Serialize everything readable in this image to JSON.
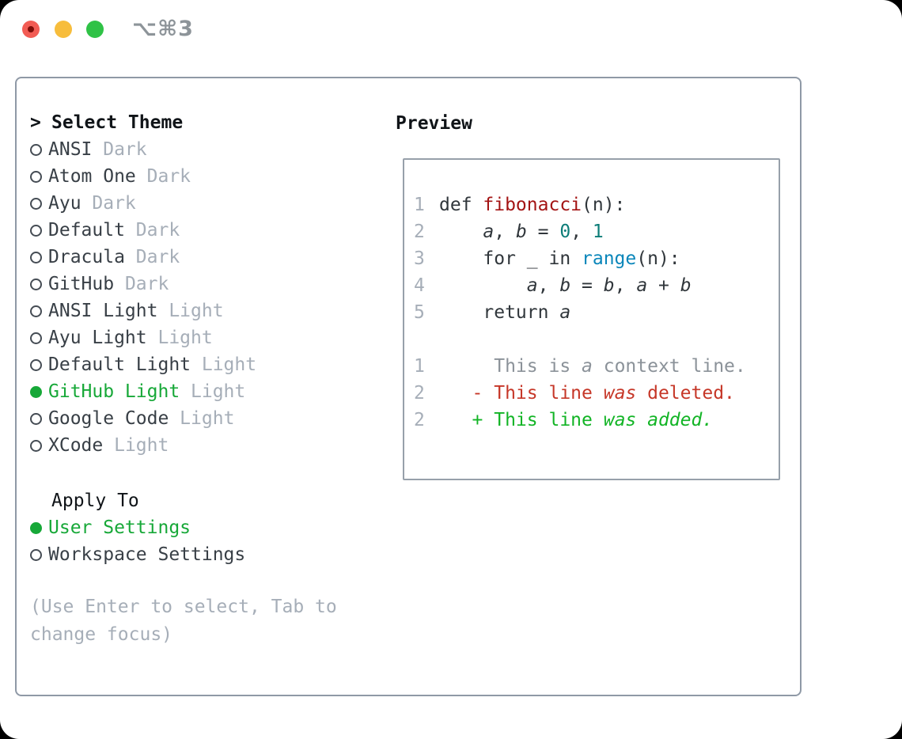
{
  "window": {
    "shortcut_label": "⌥⌘3",
    "traffic_lights": [
      "close",
      "minimize",
      "zoom"
    ]
  },
  "theme_picker": {
    "heading_prefix": ">",
    "heading": "Select Theme",
    "items": [
      {
        "name": "ANSI",
        "variant": "Dark",
        "selected": false
      },
      {
        "name": "Atom One",
        "variant": "Dark",
        "selected": false
      },
      {
        "name": "Ayu",
        "variant": "Dark",
        "selected": false
      },
      {
        "name": "Default",
        "variant": "Dark",
        "selected": false
      },
      {
        "name": "Dracula",
        "variant": "Dark",
        "selected": false
      },
      {
        "name": "GitHub",
        "variant": "Dark",
        "selected": false
      },
      {
        "name": "ANSI Light",
        "variant": "Light",
        "selected": false
      },
      {
        "name": "Ayu Light",
        "variant": "Light",
        "selected": false
      },
      {
        "name": "Default Light",
        "variant": "Light",
        "selected": false
      },
      {
        "name": "GitHub Light",
        "variant": "Light",
        "selected": true
      },
      {
        "name": "Google Code",
        "variant": "Light",
        "selected": false
      },
      {
        "name": "XCode",
        "variant": "Light",
        "selected": false
      }
    ]
  },
  "apply_to": {
    "heading": "Apply To",
    "options": [
      {
        "label": "User Settings",
        "selected": true
      },
      {
        "label": "Workspace Settings",
        "selected": false
      }
    ]
  },
  "hint": "(Use Enter to select, Tab to change focus)",
  "preview": {
    "heading": "Preview",
    "lines": [
      {
        "num": "1",
        "segments": [
          {
            "t": "def ",
            "s": "p"
          },
          {
            "t": "fibonacci",
            "s": "fn"
          },
          {
            "t": "(n):",
            "s": "p"
          }
        ]
      },
      {
        "num": "2",
        "segments": [
          {
            "t": "    ",
            "s": "p"
          },
          {
            "t": "a",
            "s": "v"
          },
          {
            "t": ", ",
            "s": "p"
          },
          {
            "t": "b",
            "s": "v"
          },
          {
            "t": " = ",
            "s": "p"
          },
          {
            "t": "0",
            "s": "n"
          },
          {
            "t": ", ",
            "s": "p"
          },
          {
            "t": "1",
            "s": "n"
          }
        ]
      },
      {
        "num": "3",
        "segments": [
          {
            "t": "    for _ in ",
            "s": "p"
          },
          {
            "t": "range",
            "s": "b"
          },
          {
            "t": "(n):",
            "s": "p"
          }
        ]
      },
      {
        "num": "4",
        "segments": [
          {
            "t": "        ",
            "s": "p"
          },
          {
            "t": "a",
            "s": "v"
          },
          {
            "t": ", ",
            "s": "p"
          },
          {
            "t": "b",
            "s": "v"
          },
          {
            "t": " = ",
            "s": "p"
          },
          {
            "t": "b",
            "s": "v"
          },
          {
            "t": ", ",
            "s": "p"
          },
          {
            "t": "a",
            "s": "v"
          },
          {
            "t": " + ",
            "s": "p"
          },
          {
            "t": "b",
            "s": "v"
          }
        ]
      },
      {
        "num": "5",
        "segments": [
          {
            "t": "    return ",
            "s": "p"
          },
          {
            "t": "a",
            "s": "v"
          }
        ]
      },
      {
        "num": "",
        "segments": []
      },
      {
        "num": "1",
        "segments": [
          {
            "t": "     This is ",
            "s": "c"
          },
          {
            "t": "a",
            "s": "ci"
          },
          {
            "t": " context line.",
            "s": "c"
          }
        ]
      },
      {
        "num": "2",
        "segments": [
          {
            "t": "   - This line ",
            "s": "d"
          },
          {
            "t": "was",
            "s": "di"
          },
          {
            "t": " deleted.",
            "s": "d"
          }
        ]
      },
      {
        "num": "2",
        "segments": [
          {
            "t": "   + This line ",
            "s": "a"
          },
          {
            "t": "was added.",
            "s": "ai"
          }
        ]
      }
    ]
  },
  "colors": {
    "selected_green": "#17a838",
    "item_text": "#383f46",
    "variant_suffix": "#a6aeb8",
    "panel_border": "#8f99a6",
    "code_function": "#a31414",
    "code_number": "#0d7d78",
    "code_builtin": "#0a86ba",
    "diff_context": "#8b9299",
    "diff_deleted": "#c63728",
    "diff_added": "#12b425"
  }
}
